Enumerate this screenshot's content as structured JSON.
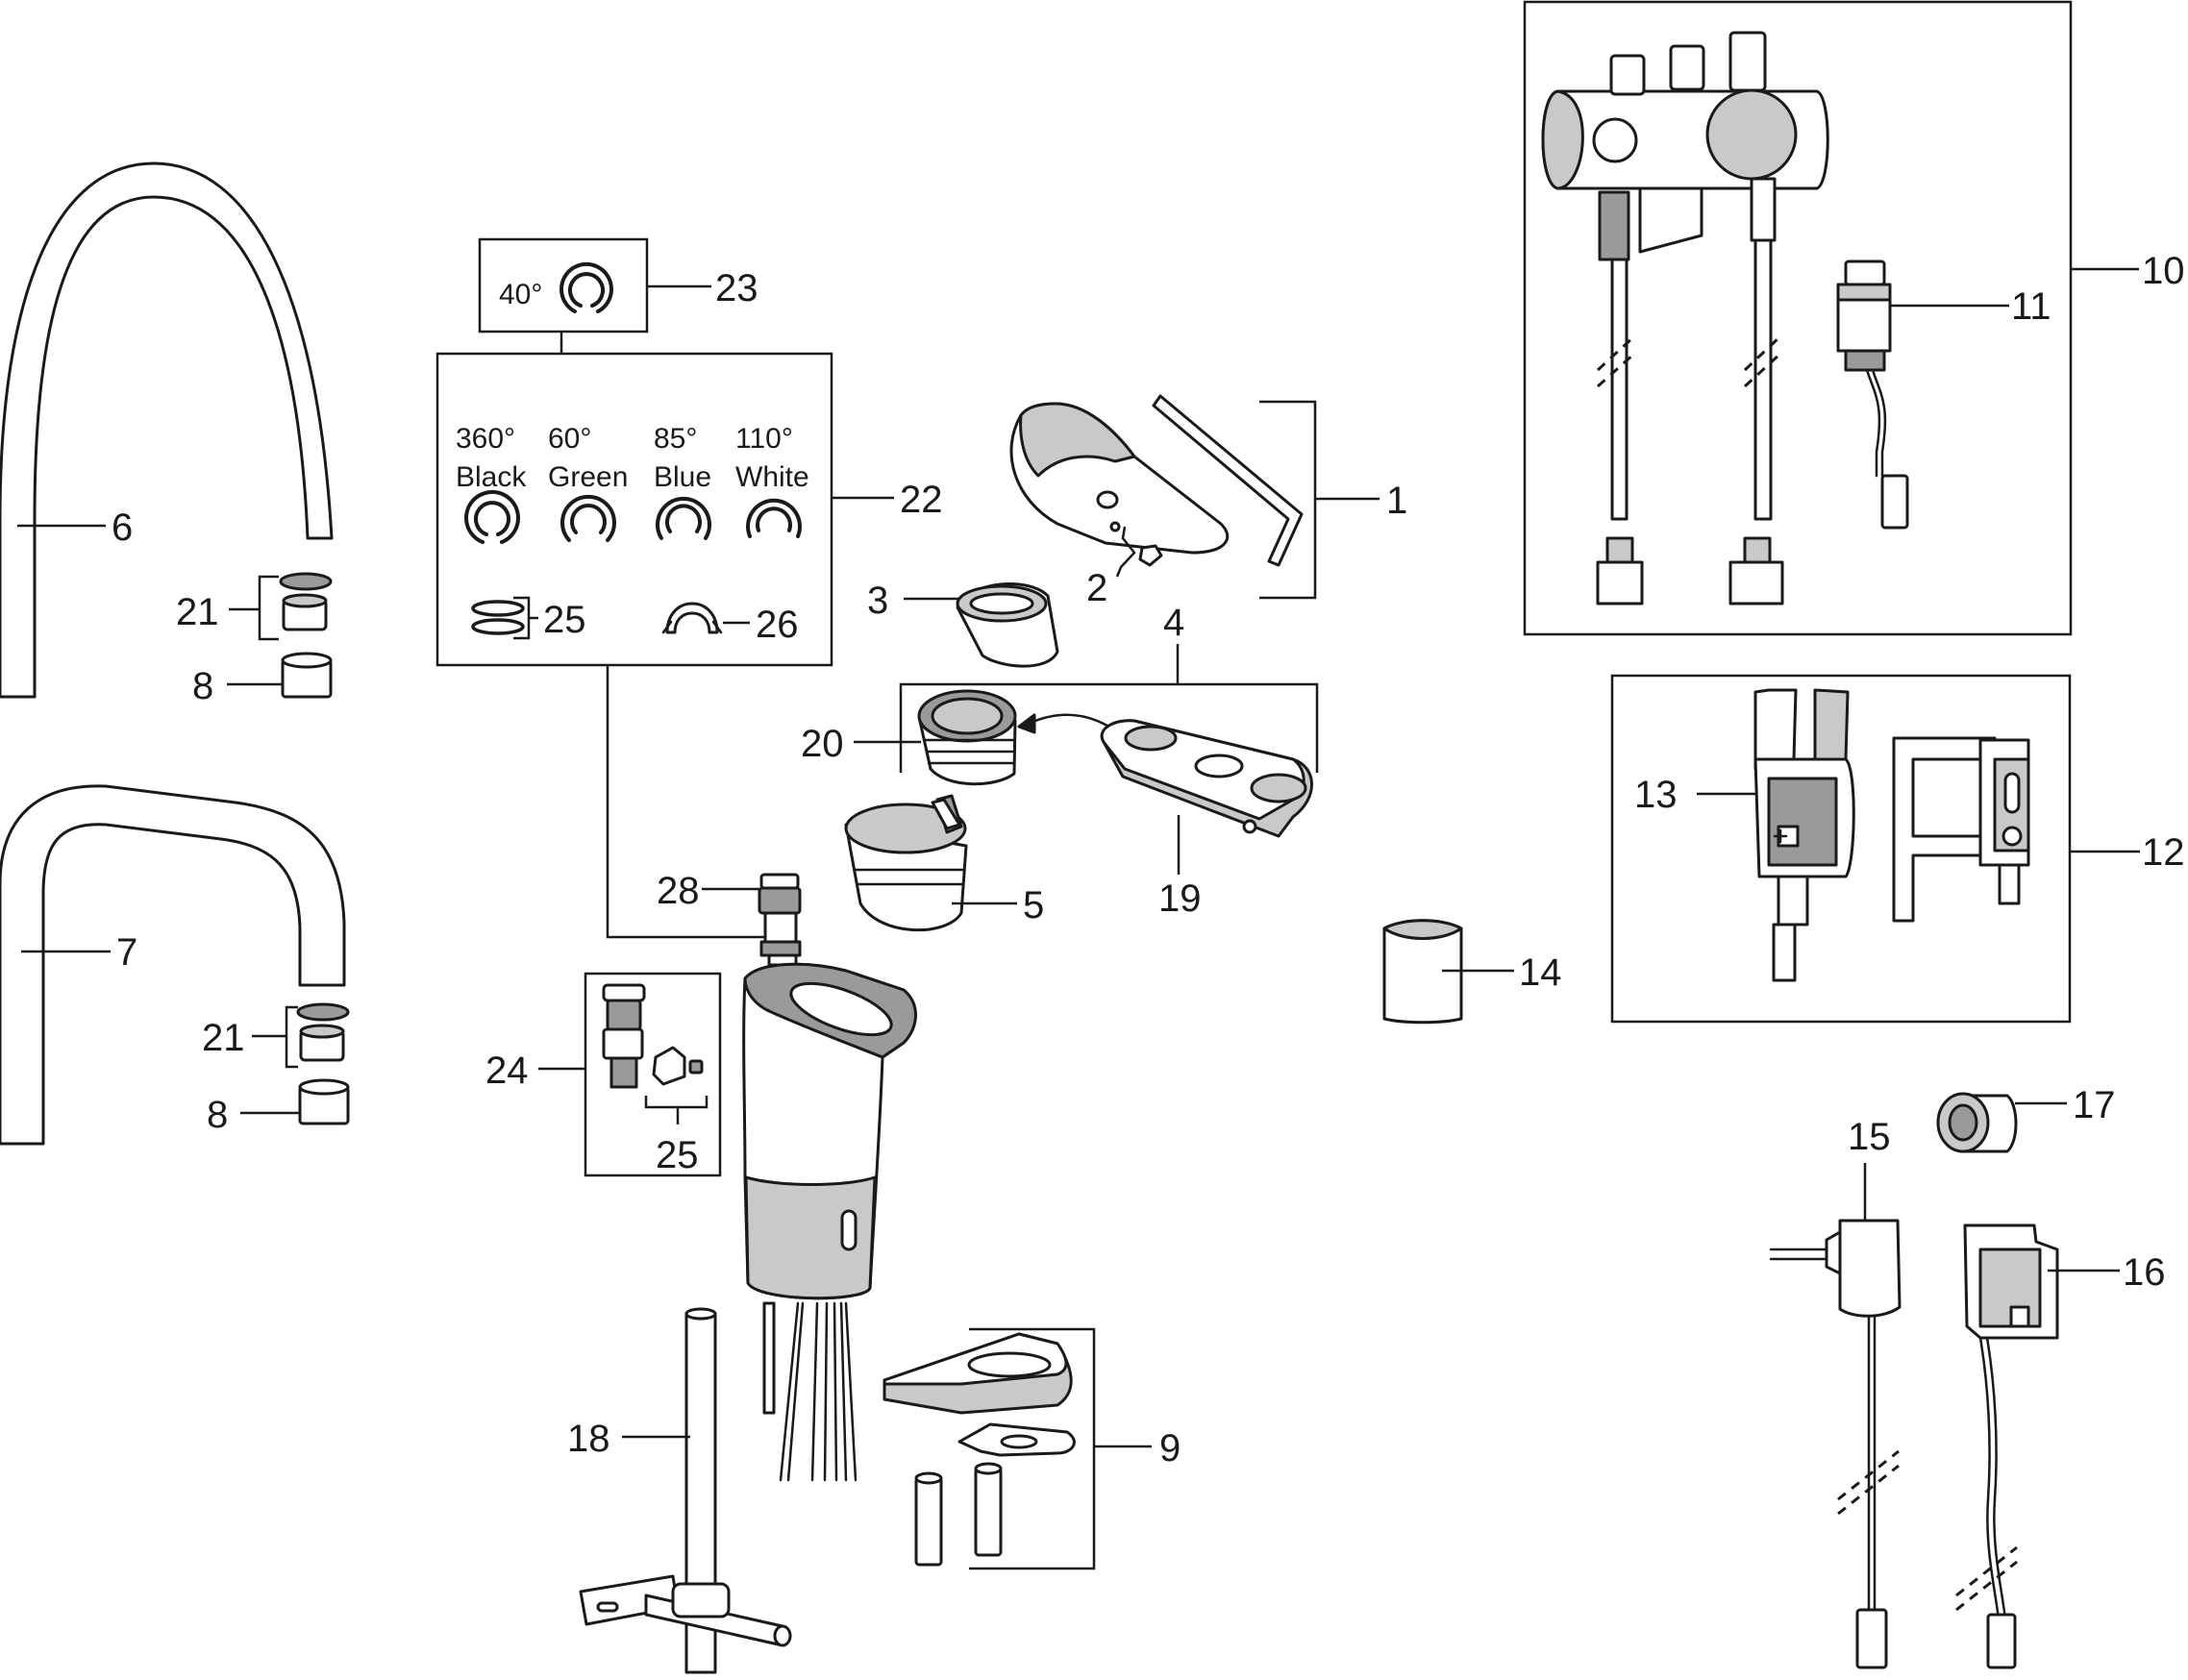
{
  "callouts": {
    "c1": "1",
    "c2": "2",
    "c3": "3",
    "c4": "4",
    "c5": "5",
    "c6": "6",
    "c7": "7",
    "c8a": "8",
    "c8b": "8",
    "c9": "9",
    "c10": "10",
    "c11": "11",
    "c12": "12",
    "c13": "13",
    "c14": "14",
    "c15": "15",
    "c16": "16",
    "c17": "17",
    "c18": "18",
    "c19": "19",
    "c20": "20",
    "c21a": "21",
    "c21b": "21",
    "c22": "22",
    "c23": "23",
    "c24": "24",
    "c25a": "25",
    "c25b": "25",
    "c26": "26",
    "c28": "28"
  },
  "ring_options_box": {
    "angle": "40°",
    "options": [
      {
        "angle": "360°",
        "color": "Black"
      },
      {
        "angle": "60°",
        "color": "Green"
      },
      {
        "angle": "85°",
        "color": "Blue"
      },
      {
        "angle": "110°",
        "color": "White"
      }
    ]
  }
}
